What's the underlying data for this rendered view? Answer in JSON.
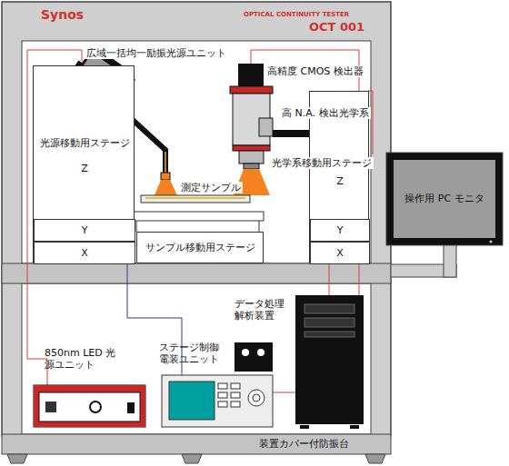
{
  "diagram": {
    "nodes": [
      {
        "text": [
          "光源移動用ステージ",
          "Z"
        ]
      },
      {
        "text": [
          "Y"
        ],
        "in": 0
      },
      {
        "text": [
          "X"
        ],
        "in": 0
      },
      {
        "text": [
          "光学系移動用ステージ",
          "Z"
        ]
      },
      {
        "text": [
          "Y"
        ],
        "in": 3
      },
      {
        "text": [
          "X"
        ],
        "in": 3
      },
      {
        "text": [
          "サンプル移動用ステージ"
        ]
      },
      {
        "text": [
          "操作用 PC モニタ"
        ]
      },
      {
        "text": [
          "850nm LED 光源ユニット"
        ]
      }
    ],
    "labels": [
      "Synos",
      "OPTICAL CONTINUITY TESTER",
      "OCT 001",
      "広域一括均一励振光源ユニット",
      "高精度 CMOS 検出器",
      "高 N.A. 検出光学系",
      "測定サンプル",
      "データ処理 解析装置",
      "ステージ制御 電装ユニット",
      "装置カバー付防振台"
    ]
  }
}
